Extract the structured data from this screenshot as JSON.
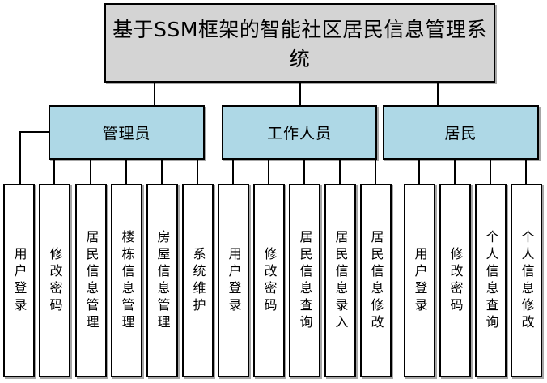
{
  "diagram": {
    "title": "基于SSM框架的智能社区居民信息管理系统",
    "colors": {
      "title_fill": "#d4d4d4",
      "group_fill": "#aed8e6",
      "leaf_fill": "#ffffff",
      "border": "#000000"
    },
    "groups": [
      {
        "label": "管理员",
        "children": [
          "用户登录",
          "修改密码",
          "居民信息管理",
          "楼栋信息管理",
          "房屋信息管理",
          "系统维护"
        ]
      },
      {
        "label": "工作人员",
        "children": [
          "用户登录",
          "修改密码",
          "居民信息查询",
          "居民信息录入",
          "居民信息修改"
        ]
      },
      {
        "label": "居民",
        "children": [
          "用户登录",
          "修改密码",
          "个人信息查询",
          "个人信息修改"
        ]
      }
    ]
  }
}
